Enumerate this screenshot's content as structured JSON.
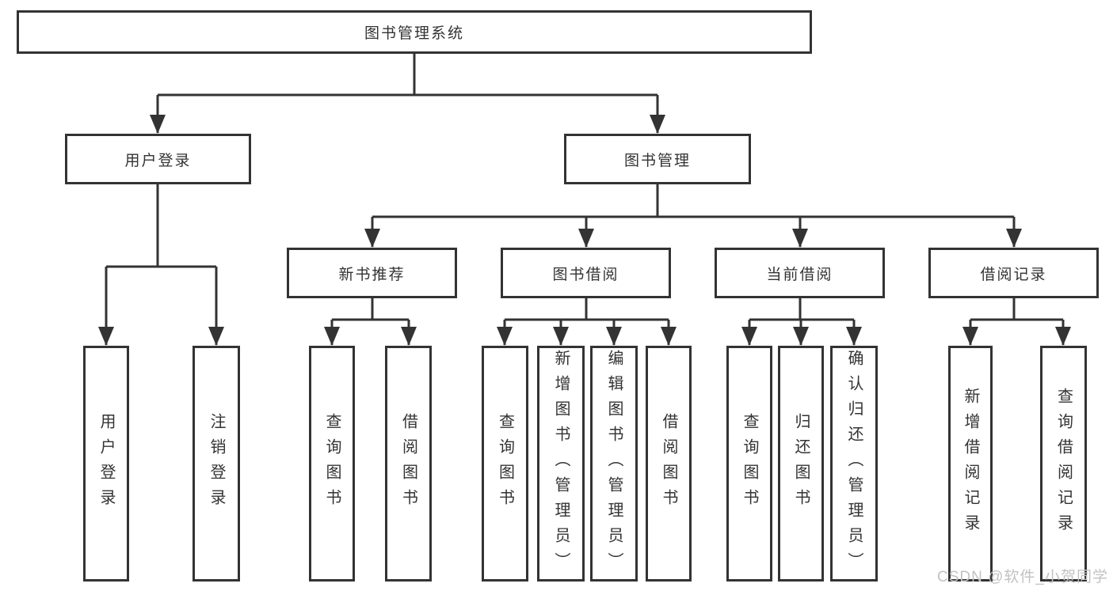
{
  "diagram": {
    "type": "tree",
    "root": {
      "label": "图书管理系统"
    },
    "level2": [
      {
        "id": "user-login",
        "label": "用户登录",
        "parent": "图书管理系统"
      },
      {
        "id": "book-management",
        "label": "图书管理",
        "parent": "图书管理系统"
      }
    ],
    "level3": [
      {
        "id": "new-book-recommend",
        "label": "新书推荐",
        "parent": "图书管理"
      },
      {
        "id": "book-borrowing",
        "label": "图书借阅",
        "parent": "图书管理"
      },
      {
        "id": "current-borrowing",
        "label": "当前借阅",
        "parent": "图书管理"
      },
      {
        "id": "borrowing-records",
        "label": "借阅记录",
        "parent": "图书管理"
      }
    ],
    "leaves": [
      {
        "label": "用户登录",
        "parent": "用户登录"
      },
      {
        "label": "注销登录",
        "parent": "用户登录"
      },
      {
        "label": "查询图书",
        "parent": "新书推荐"
      },
      {
        "label": "借阅图书",
        "parent": "新书推荐"
      },
      {
        "label": "查询图书",
        "parent": "图书借阅"
      },
      {
        "label": "新增图书（管理员）",
        "parent": "图书借阅"
      },
      {
        "label": "编辑图书（管理员）",
        "parent": "图书借阅"
      },
      {
        "label": "借阅图书",
        "parent": "图书借阅"
      },
      {
        "label": "查询图书",
        "parent": "当前借阅"
      },
      {
        "label": "归还图书",
        "parent": "当前借阅"
      },
      {
        "label": "确认归还（管理员）",
        "parent": "当前借阅"
      },
      {
        "label": "新增借阅记录",
        "parent": "借阅记录"
      },
      {
        "label": "查询借阅记录",
        "parent": "借阅记录"
      }
    ],
    "colors": {
      "line": "#333333",
      "text": "#333333",
      "box_background": "#ffffff"
    }
  },
  "watermark": {
    "text": "CSDN @软件_小贺同学",
    "color": "#c2c2c2"
  }
}
